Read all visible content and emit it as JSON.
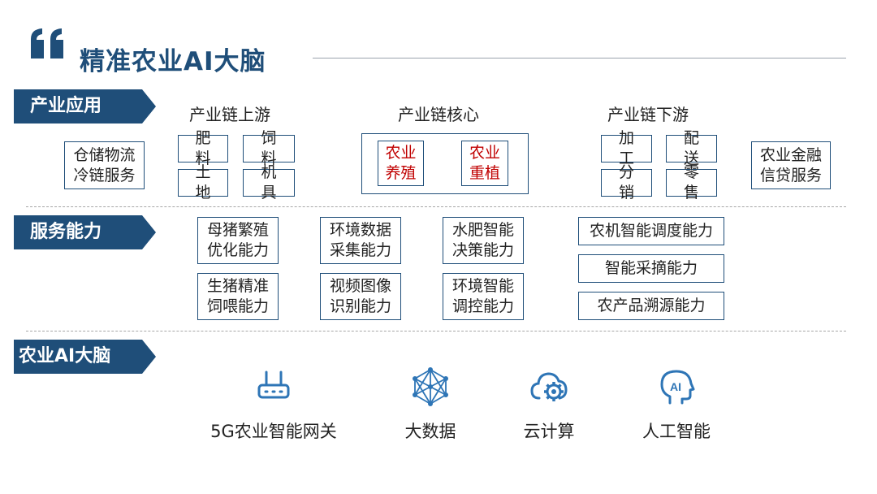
{
  "title": "精准农业AI大脑",
  "colors": {
    "primary": "#1f4e79",
    "accent_red": "#c00000",
    "icon_blue": "#2e75b6",
    "divider": "#a7a7a7"
  },
  "sections": {
    "industry": {
      "label": "产业应用",
      "left_box": "仓储物流\n冷链服务",
      "upstream": {
        "heading": "产业链上游",
        "items": [
          "肥 料",
          "饲 料",
          "土 地",
          "机 具"
        ]
      },
      "core": {
        "heading": "产业链核心",
        "items": [
          "农业\n养殖",
          "农业\n重植"
        ]
      },
      "downstream": {
        "heading": "产业链下游",
        "items": [
          "加 工",
          "配 送",
          "分 销",
          "零 售"
        ]
      },
      "right_box": "农业金融\n信贷服务"
    },
    "service": {
      "label": "服务能力",
      "col1": [
        "母猪繁殖\n优化能力",
        "生猪精准\n饲喂能力"
      ],
      "col2": [
        "环境数据\n采集能力",
        "视频图像\n识别能力"
      ],
      "col3": [
        "水肥智能\n决策能力",
        "环境智能\n调控能力"
      ],
      "col4": [
        "农机智能调度能力",
        "智能采摘能力",
        "农产品溯源能力"
      ]
    },
    "brain": {
      "label": "农业AI大脑",
      "items": [
        {
          "label": "5G农业智能网关",
          "icon": "router-icon"
        },
        {
          "label": "大数据",
          "icon": "network-icon"
        },
        {
          "label": "云计算",
          "icon": "cloud-gear-icon"
        },
        {
          "label": "人工智能",
          "icon": "ai-head-icon"
        }
      ]
    }
  }
}
